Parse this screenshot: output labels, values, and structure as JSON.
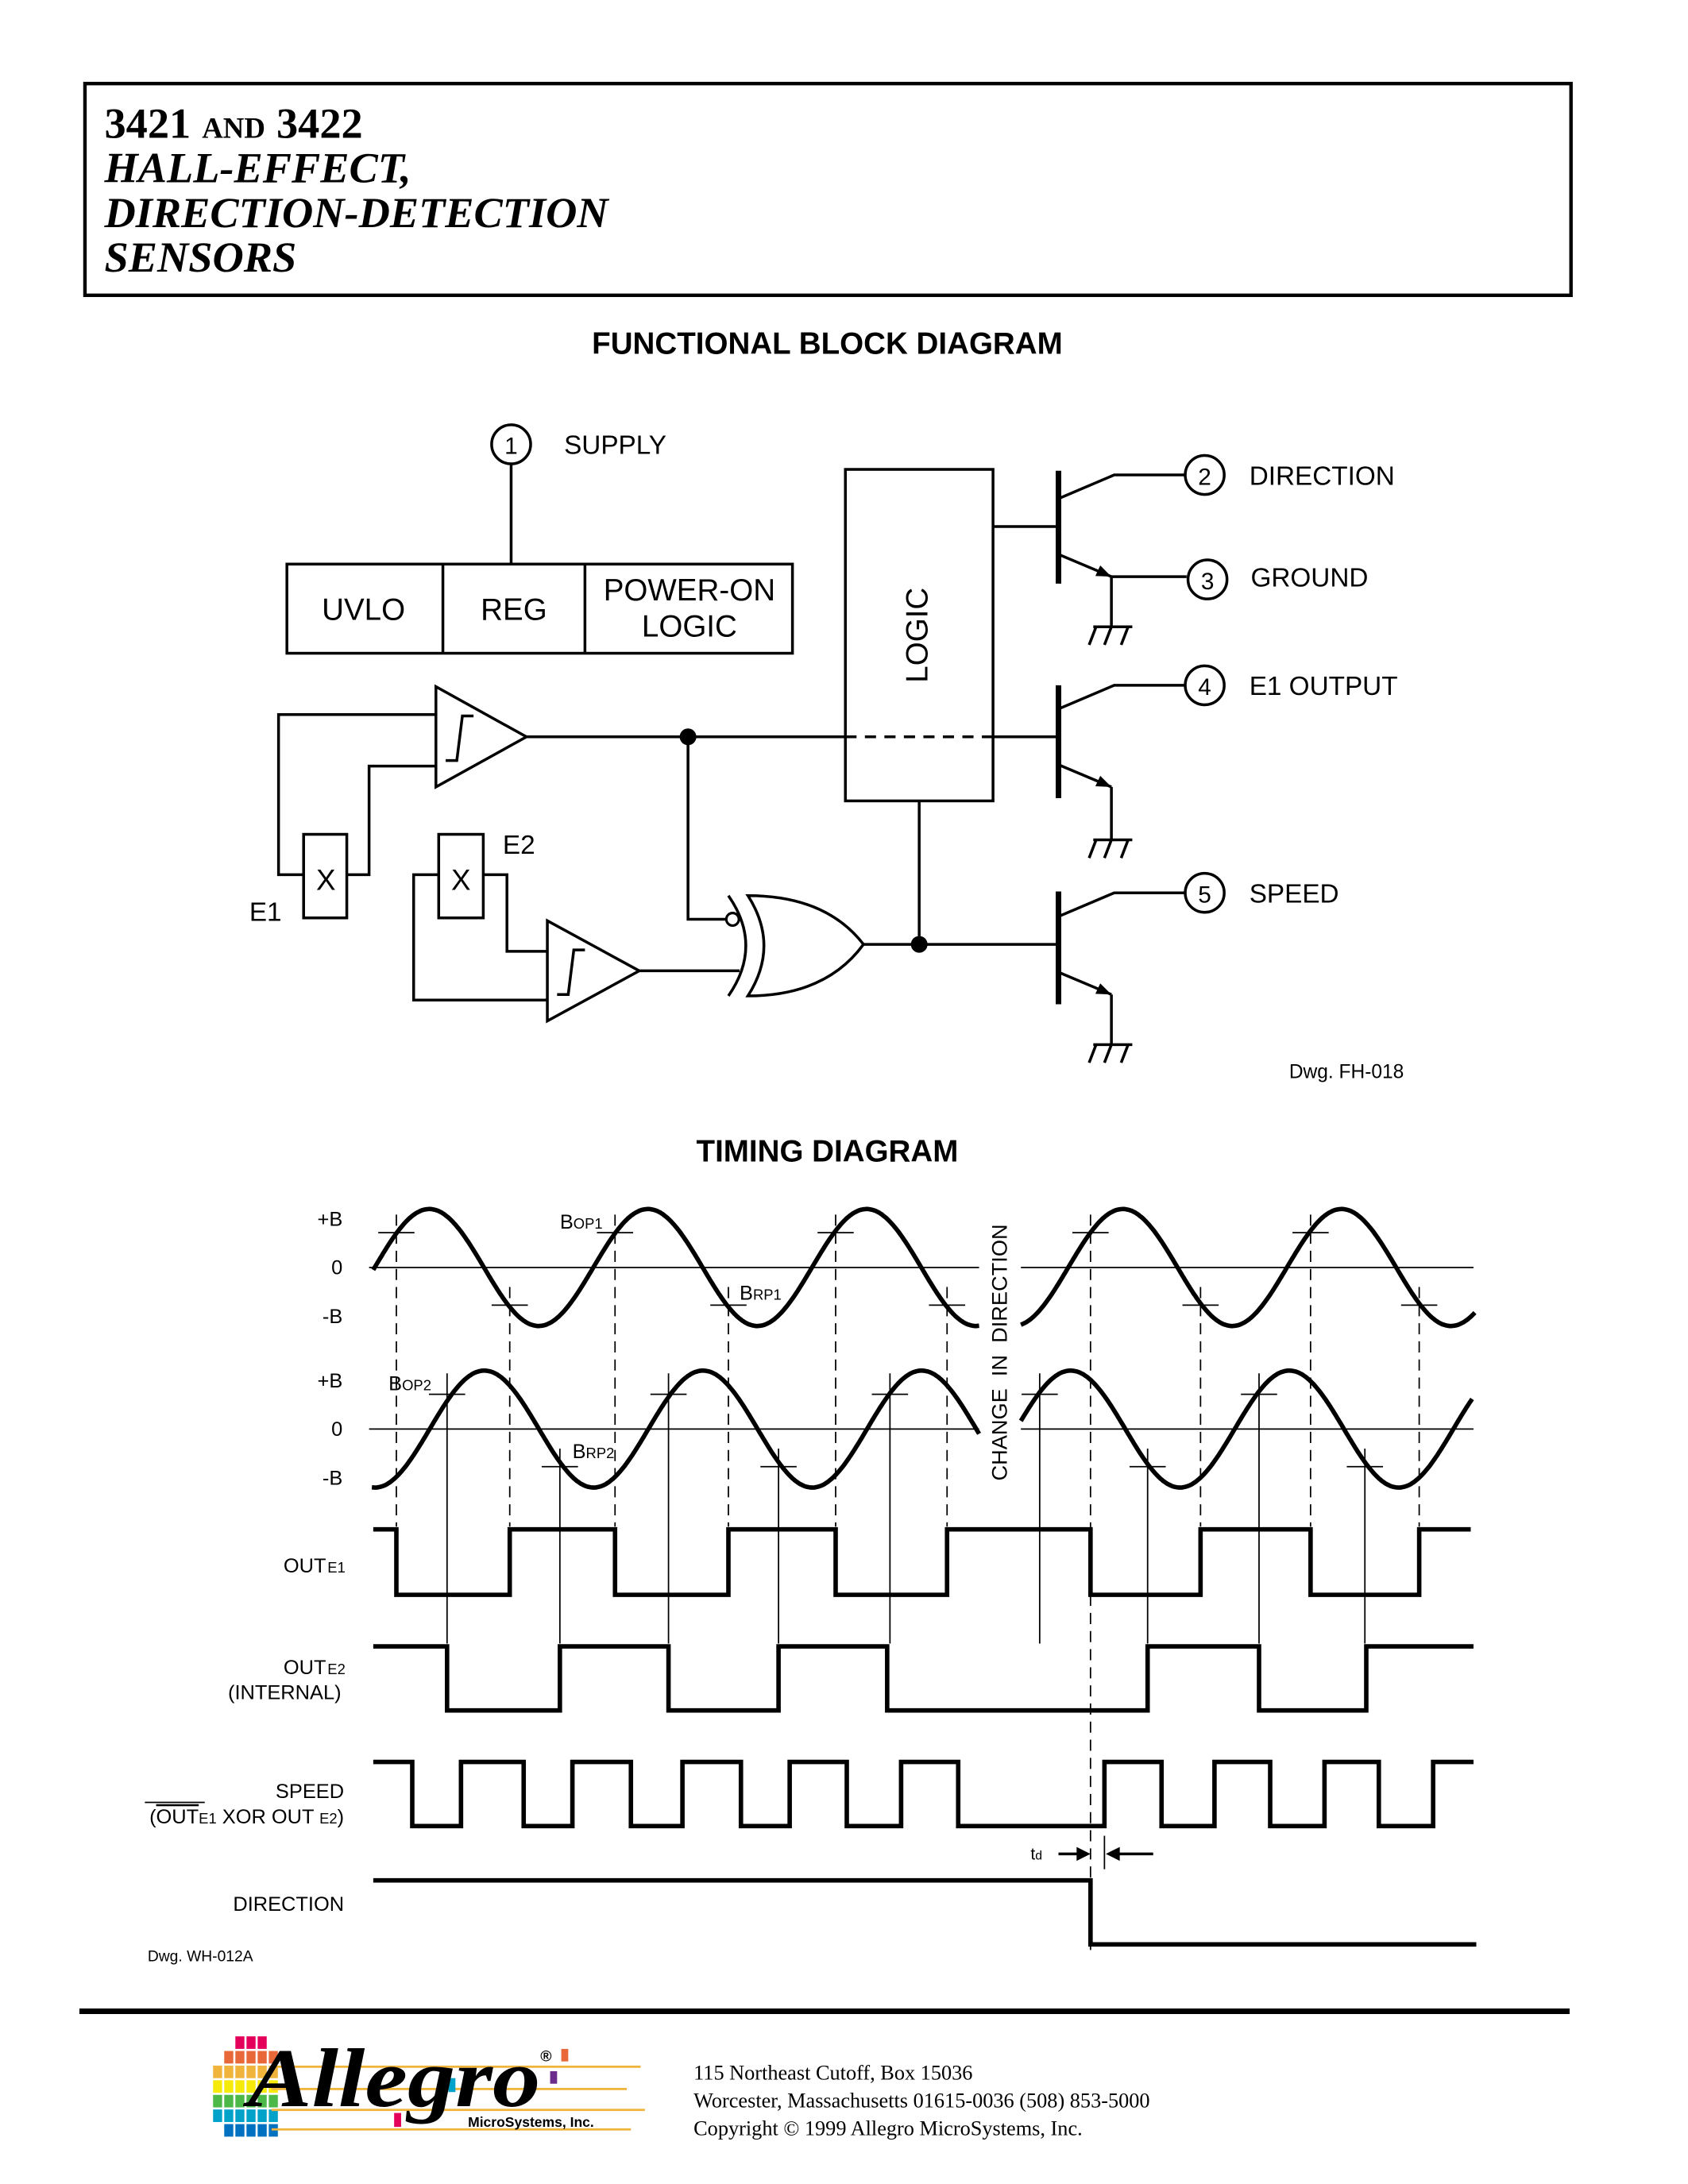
{
  "header": {
    "part_a": "3421",
    "and": "AND",
    "part_b": "3422",
    "line2": "HALL-EFFECT,",
    "line3": "DIRECTION-DETECTION",
    "line4": "SENSORS"
  },
  "block_diagram": {
    "title": "FUNCTIONAL BLOCK DIAGRAM",
    "blocks": {
      "uvlo": "UVLO",
      "reg": "REG",
      "por_1": "POWER-ON",
      "por_2": "LOGIC",
      "logic": "LOGIC"
    },
    "pins": [
      {
        "num": "1",
        "label": "SUPPLY"
      },
      {
        "num": "2",
        "label": "DIRECTION"
      },
      {
        "num": "3",
        "label": "GROUND"
      },
      {
        "num": "4",
        "label": "E1 OUTPUT"
      },
      {
        "num": "5",
        "label": "SPEED"
      }
    ],
    "hall_elements": {
      "symbol": "X",
      "e1": "E1",
      "e2": "E2"
    },
    "drawing_number": "Dwg. FH-018"
  },
  "timing_diagram": {
    "title": "TIMING DIAGRAM",
    "axis": {
      "plus": "+B",
      "zero": "0",
      "minus": "-B"
    },
    "thresholds": {
      "bop1_b": "B",
      "bop1_s": "OP1",
      "brp1_b": "B",
      "brp1_s": "RP1",
      "bop2_b": "B",
      "bop2_s": "OP2",
      "brp2_b": "B",
      "brp2_s": "RP2"
    },
    "change_label": "CHANGE  IN  DIRECTION",
    "signals": {
      "out_e1_main": "OUT",
      "out_e1_sub": "E1",
      "out_e2_main": "OUT",
      "out_e2_sub": "E2",
      "out_e2_note": "(INTERNAL)",
      "speed": "SPEED",
      "speed_p1": "(",
      "speed_out1": "OUT",
      "speed_e1": "E1",
      "speed_xor": " XOR OUT ",
      "speed_e2": "E2",
      "speed_p2": ")",
      "direction": "DIRECTION"
    },
    "td": {
      "t": "t",
      "d": "d"
    },
    "drawing_number": "Dwg. WH-012A"
  },
  "footer": {
    "logo_text": "Allegro",
    "logo_reg": "®",
    "logo_sub": "MicroSystems, Inc.",
    "address_1": "115 Northeast Cutoff, Box 15036",
    "address_2": "Worcester, Massachusetts 01615-0036  (508) 853-5000",
    "copyright": "Copyright © 1999 Allegro MicroSystems, Inc.",
    "brand_colors": [
      "#e4005a",
      "#e8683a",
      "#f0b43c",
      "#f5ea0a",
      "#4cb848",
      "#00a2c9",
      "#0070c0",
      "#6b2c8c"
    ]
  }
}
